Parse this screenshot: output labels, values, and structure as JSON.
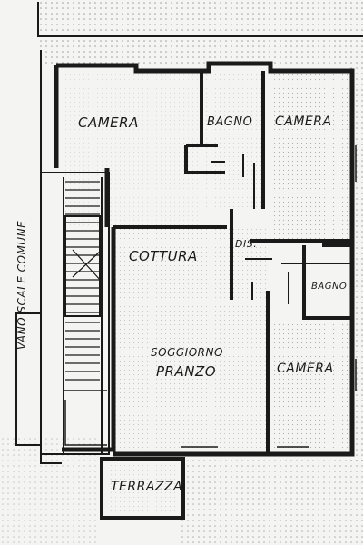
{
  "rooms": {
    "camera_top_left": "CAMERA",
    "bagno_top": "BAGNO",
    "camera_top_right": "CAMERA",
    "cottura": "COTTURA",
    "dis": "DIS.",
    "bagno_small": "BAGNO",
    "soggiorno": "SOGGIORNO",
    "pranzo": "PRANZO",
    "camera_bottom": "CAMERA",
    "terrazza": "TERRAZZA"
  },
  "stair_label": "VANO SCALE COMUNE",
  "colors": {
    "paper": "#f4f4f2",
    "ink": "#1a1a1a",
    "dot": "#555555"
  }
}
